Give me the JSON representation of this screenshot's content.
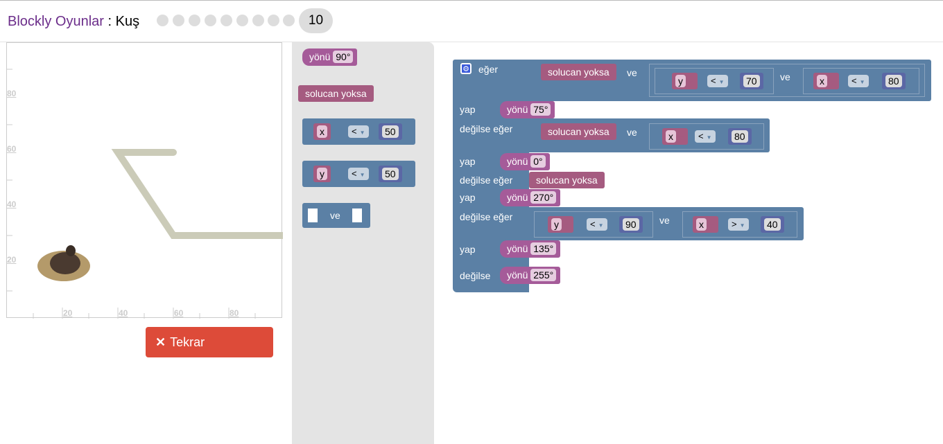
{
  "header": {
    "app": "Blockly Oyunlar",
    "sep": " : ",
    "game": "Kuş",
    "levels": [
      "1",
      "2",
      "3",
      "4",
      "5",
      "6",
      "7",
      "8",
      "9"
    ],
    "current_level": "10"
  },
  "visual": {
    "x_ticks": [
      "20",
      "40",
      "60",
      "80"
    ],
    "y_ticks": [
      "80",
      "60",
      "40",
      "20"
    ]
  },
  "retry_label": "Tekrar",
  "flyout": {
    "heading": "yönü",
    "heading_val": "90°",
    "worm": "solucan yoksa",
    "x": "x",
    "y": "y",
    "lt": "<",
    "n50": "50",
    "and": "ve"
  },
  "program": {
    "if": "eğer",
    "elseif": "değilse eğer",
    "else": "değilse",
    "do": "yap",
    "and": "ve",
    "worm": "solucan yoksa",
    "heading": "yönü",
    "c1": {
      "a": "y",
      "op": "<",
      "v": "70",
      "b": "x",
      "op2": "<",
      "v2": "80"
    },
    "h1": "75°",
    "c2": {
      "a": "x",
      "op": "<",
      "v": "80"
    },
    "h2": "0°",
    "h3": "270°",
    "c4": {
      "a": "y",
      "op": "<",
      "v": "90",
      "b": "x",
      "op2": ">",
      "v2": "40"
    },
    "h4": "135°",
    "h5": "255°"
  }
}
